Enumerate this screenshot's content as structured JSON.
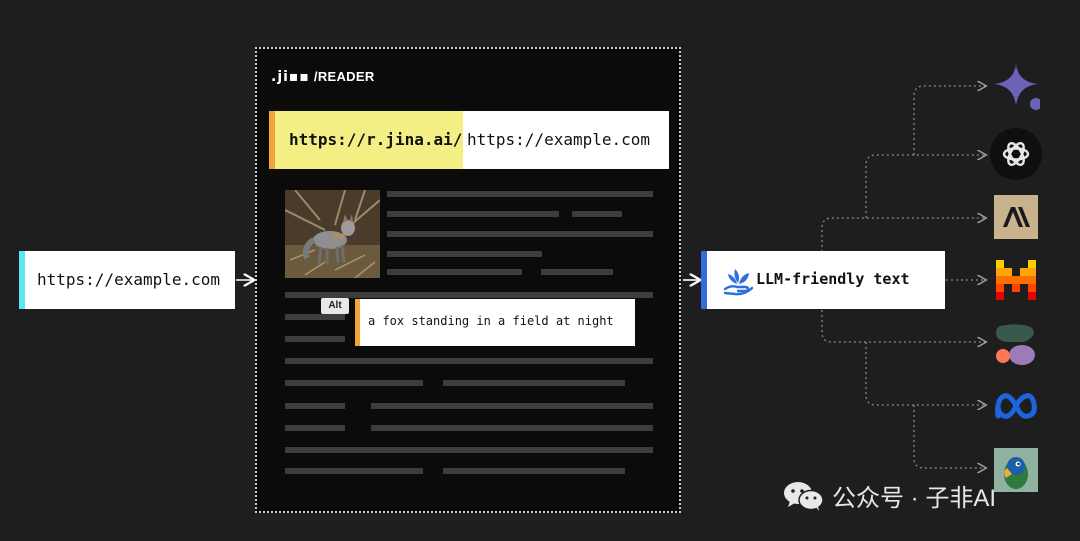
{
  "input": {
    "url": "https://example.com"
  },
  "reader": {
    "brand_logo": "jina",
    "brand_title": "/READER",
    "url_prefix": "https://r.jina.ai/",
    "url_target": "https://example.com",
    "image_alt_badge": "Alt",
    "image_alt_text": "a fox standing in a field at night"
  },
  "output": {
    "label": "LLM-friendly text"
  },
  "llm_icons": [
    "gemini-icon",
    "openai-icon",
    "anthropic-icon",
    "mistral-icon",
    "cohere-icon",
    "meta-icon",
    "llama-icon"
  ],
  "watermark": {
    "text": "公众号 · 子非AI"
  },
  "colors": {
    "background": "#1e1e1e",
    "input_accent": "#5ee7f2",
    "prefix_highlight": "#f4ef84",
    "prefix_accent": "#f2a33a",
    "output_accent": "#2f6ee0"
  }
}
